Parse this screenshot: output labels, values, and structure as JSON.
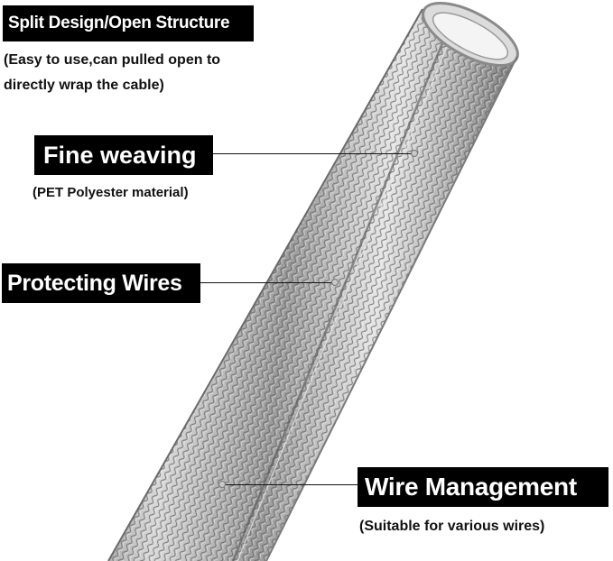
{
  "annotations": {
    "split": {
      "title": "Split Design/Open Structure",
      "detail_line1": "(Easy to use,can pulled open to",
      "detail_line2": "directly wrap the cable)"
    },
    "fine": {
      "title": "Fine weaving",
      "detail": "(PET Polyester material)"
    },
    "protect": {
      "title": "Protecting Wires"
    },
    "wire": {
      "title": "Wire Management",
      "detail": "(Suitable for various wires)"
    }
  },
  "colors": {
    "label_background": "#000000",
    "label_text": "#ffffff",
    "sleeve_metal": "#a9a9a9"
  }
}
